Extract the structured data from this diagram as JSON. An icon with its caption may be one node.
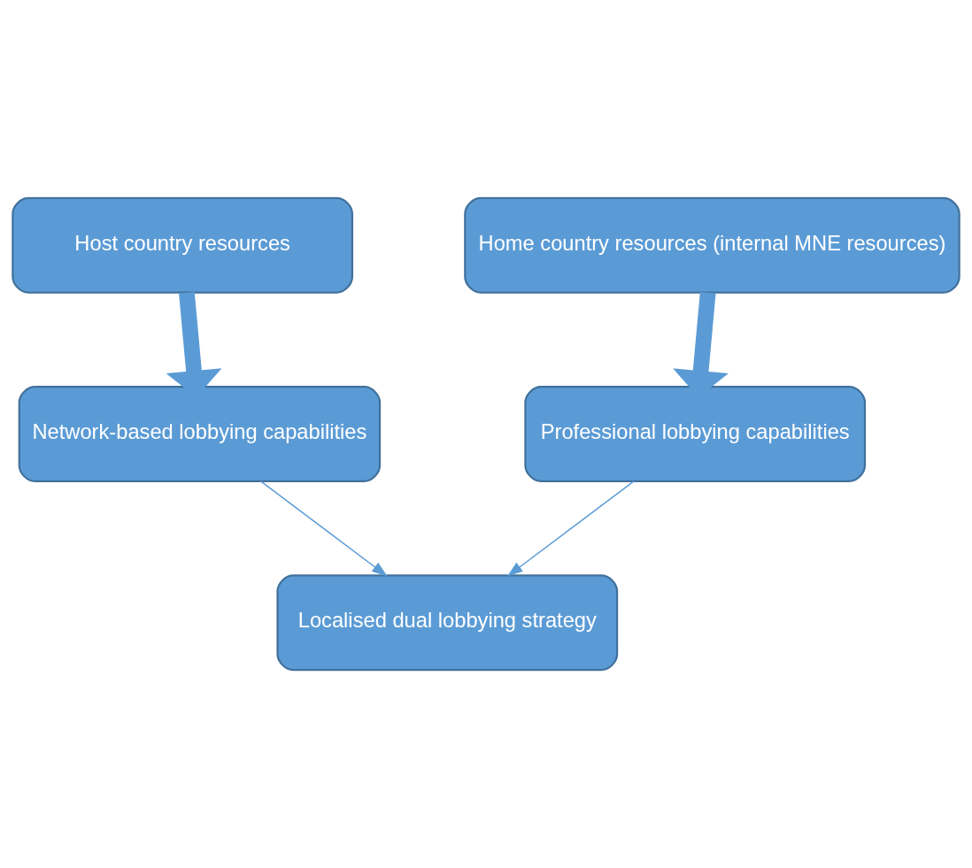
{
  "diagram": {
    "nodes": [
      {
        "text": [
          "Host country resources"
        ]
      },
      {
        "text": [
          "Home country resources (internal MNE resources)"
        ]
      },
      {
        "text": [
          "Network-based lobbying capabilities"
        ]
      },
      {
        "text": [
          "Professional lobbying capabilities"
        ]
      },
      {
        "text": [
          "Localised dual lobbying strategy"
        ]
      }
    ],
    "edges": [
      {
        "from": 0,
        "to": 2,
        "arrow": "to",
        "style": "thick"
      },
      {
        "from": 1,
        "to": 3,
        "arrow": "to",
        "style": "thick"
      },
      {
        "from": 2,
        "to": 4,
        "arrow": "to"
      },
      {
        "from": 3,
        "to": 4,
        "arrow": "to"
      }
    ]
  }
}
